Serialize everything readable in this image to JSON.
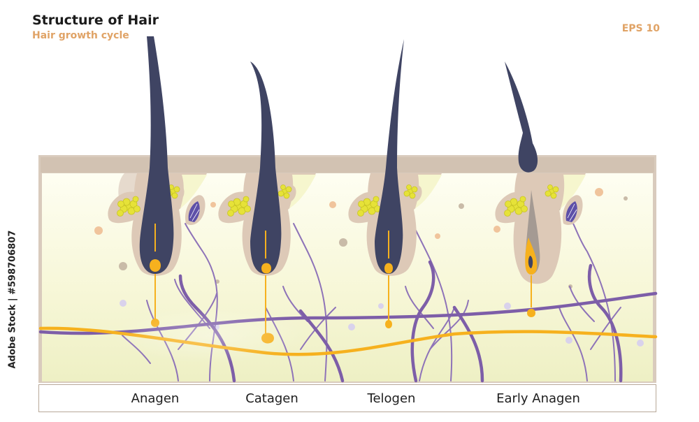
{
  "header": {
    "title": "Structure of Hair",
    "subtitle": "Hair growth cycle",
    "format": "EPS 10"
  },
  "watermark": {
    "side_text": "Adobe Stock | #598706807"
  },
  "stages": [
    {
      "label": "Anagen"
    },
    {
      "label": "Catagen"
    },
    {
      "label": "Telogen"
    },
    {
      "label": "Early Anagen"
    }
  ],
  "colors": {
    "hair": "#3f4463",
    "skin_top": "#d2c2b2",
    "follicle": "#ddc9b7",
    "dermis_light": "#fdfde8",
    "dermis_shade": "#f3f3cb",
    "sebaceous": "#e6e238",
    "nerve": "#f6b11e",
    "vessel": "#7d5ea8",
    "muscle": "#5d50a8"
  }
}
